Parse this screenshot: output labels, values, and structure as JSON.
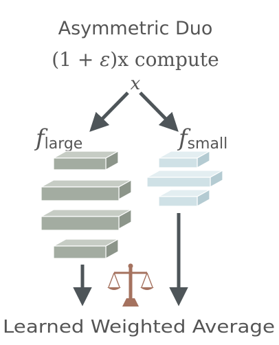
{
  "diagram": {
    "title_line1": "Asymmetric Duo",
    "title_line2": {
      "open_paren": "(1 + ",
      "epsilon": "ε",
      "rest": ")x compute"
    },
    "input_label": "x",
    "left_branch": {
      "f": "f",
      "subscript": "large",
      "color": "#a3aca1",
      "layers": 4
    },
    "right_branch": {
      "f": "f",
      "subscript": "small",
      "color": "#cfe1e6",
      "layers": 3
    },
    "scale_icon": "balance-scale-icon",
    "output_label": "Learned Weighted Average",
    "colors": {
      "text": "#555555",
      "arrow": "#4e5559",
      "scale": "#a5725f",
      "large_block": "#a3aca1",
      "small_block": "#cfe1e6"
    }
  }
}
